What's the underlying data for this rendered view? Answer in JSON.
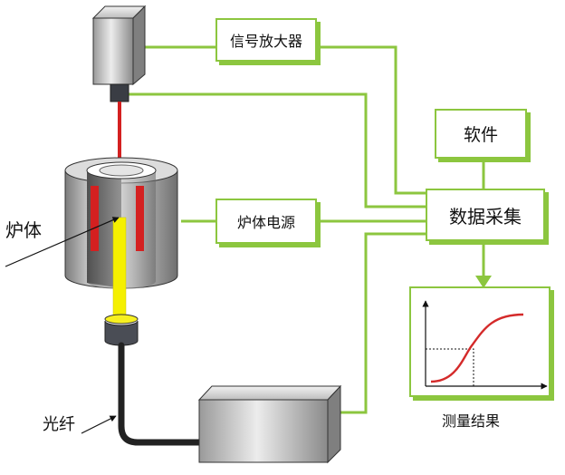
{
  "labels": {
    "amplifier": "信号放大器",
    "software": "软件",
    "furnace_power": "炉体电源",
    "data_acquisition": "数据采集",
    "furnace": "炉体",
    "fiber": "光纤",
    "result": "测量结果"
  },
  "colors": {
    "accent_green": "#8cc63f",
    "laser_red": "#d42020",
    "light_yellow": "#f5f000",
    "curve_red": "#d42a2a"
  },
  "icons": {
    "detector": "detector-block-icon",
    "furnace": "furnace-cylinder-icon",
    "spectrometer": "spectrometer-box-icon"
  }
}
